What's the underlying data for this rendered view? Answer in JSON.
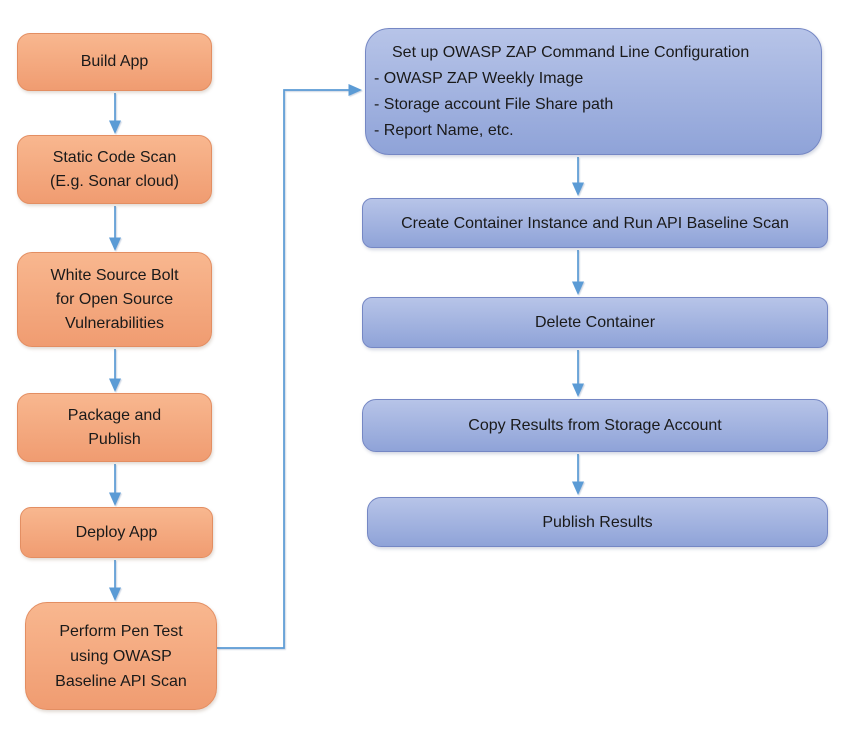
{
  "colors": {
    "orange_fill_top": "#f8b78f",
    "orange_fill_bottom": "#f09c71",
    "orange_border": "#e38e62",
    "blue_fill_top": "#b7c4e8",
    "blue_fill_bottom": "#8fa3d8",
    "blue_border": "#7587c4",
    "arrow": "#5b9bd5",
    "text": "#1a1a1a",
    "background": "#ffffff"
  },
  "pipeline_stages": {
    "left": [
      {
        "id": "build-app",
        "lines": [
          "Build App"
        ]
      },
      {
        "id": "static-code-scan",
        "lines": [
          "Static Code Scan",
          "(E.g. Sonar cloud)"
        ]
      },
      {
        "id": "white-source-bolt",
        "lines": [
          "White Source Bolt",
          "for Open Source",
          "Vulnerabilities"
        ]
      },
      {
        "id": "package-and-publish",
        "lines": [
          "Package and",
          "Publish"
        ]
      },
      {
        "id": "deploy-app",
        "lines": [
          "Deploy App"
        ]
      },
      {
        "id": "perform-pen-test",
        "lines": [
          "Perform Pen Test",
          "using OWASP",
          "Baseline API Scan"
        ]
      }
    ],
    "right": [
      {
        "id": "setup-zap-config",
        "heading": "Set up OWASP ZAP Command Line Configuration",
        "bullets": [
          "- OWASP ZAP Weekly Image",
          "- Storage account File Share path",
          "- Report Name, etc."
        ]
      },
      {
        "id": "create-container",
        "lines": [
          "Create Container Instance and Run API Baseline Scan"
        ]
      },
      {
        "id": "delete-container",
        "lines": [
          "Delete Container"
        ]
      },
      {
        "id": "copy-results",
        "lines": [
          "Copy Results from Storage Account"
        ]
      },
      {
        "id": "publish-results",
        "lines": [
          "Publish Results"
        ]
      }
    ]
  }
}
